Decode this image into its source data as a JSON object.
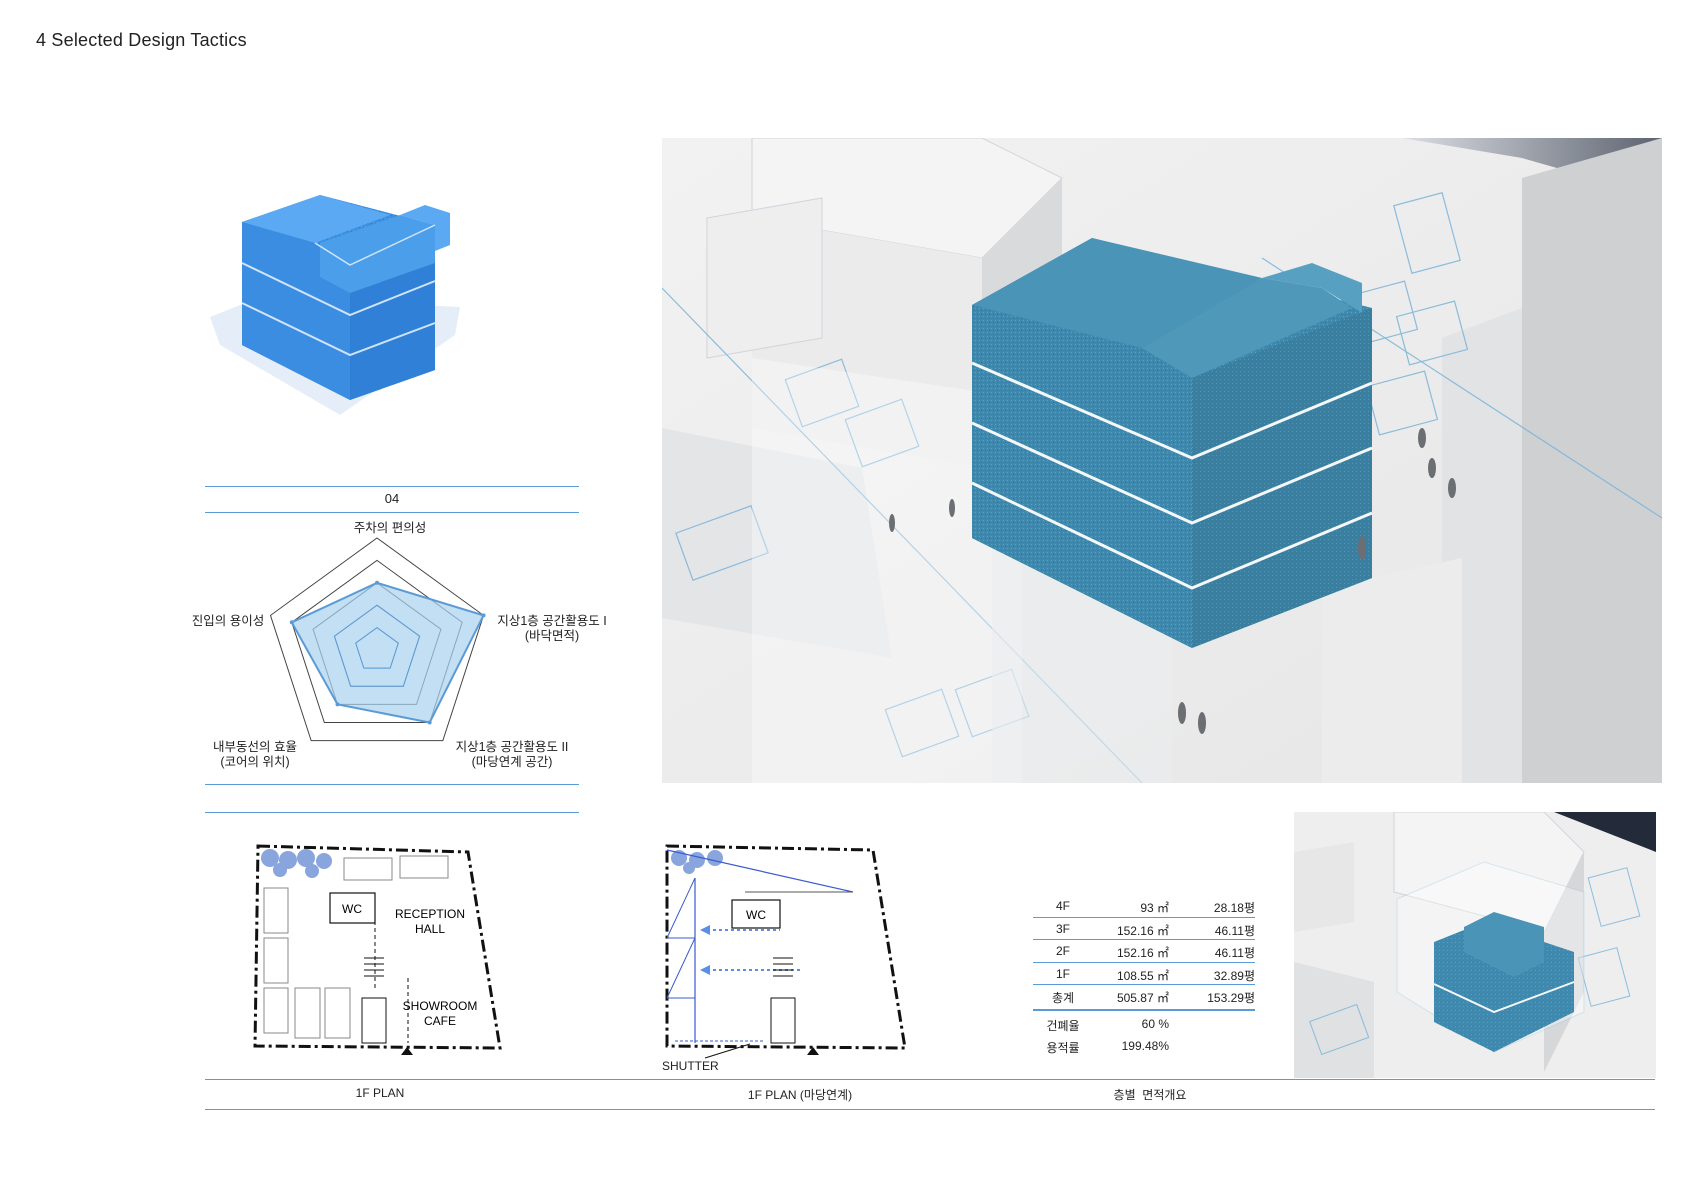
{
  "page": {
    "title": "4 Selected Design Tactics"
  },
  "tactic": {
    "number": "04"
  },
  "radar": {
    "axes": [
      {
        "label": "주차의 편의성"
      },
      {
        "label": "지상1층 공간활용도 I",
        "sub": "(바닥면적)"
      },
      {
        "label": "지상1층 공간활용도 II",
        "sub": "(마당연계 공간)"
      },
      {
        "label": "내부동선의 효율",
        "sub": "(코어의 위치)"
      },
      {
        "label": "진입의 용이성"
      }
    ]
  },
  "chart_data": {
    "type": "radar",
    "categories": [
      "주차의 편의성",
      "지상1층 공간활용도 I (바닥면적)",
      "지상1층 공간활용도 II (마당연계 공간)",
      "내부동선의 효율 (코어의 위치)",
      "진입의 용이성"
    ],
    "levels": 5,
    "values": [
      3,
      5,
      4,
      3,
      4
    ],
    "max": 5
  },
  "plans": {
    "plan1": {
      "caption": "1F PLAN",
      "labels": {
        "wc": "WC",
        "reception": "RECEPTION",
        "hall": "HALL",
        "showroom": "SHOWROOM",
        "cafe": "CAFE"
      }
    },
    "plan2": {
      "caption": "1F PLAN (마당연계)",
      "labels": {
        "wc": "WC",
        "shutter": "SHUTTER"
      }
    }
  },
  "area_summary": {
    "caption": "층별  면적개요",
    "rows": [
      {
        "floor": "4F",
        "sqm": "93 ㎡",
        "pyeong": "28.18평"
      },
      {
        "floor": "3F",
        "sqm": "152.16 ㎡",
        "pyeong": "46.11평"
      },
      {
        "floor": "2F",
        "sqm": "152.16 ㎡",
        "pyeong": "46.11평"
      },
      {
        "floor": "1F",
        "sqm": "108.55 ㎡",
        "pyeong": "32.89평"
      }
    ],
    "total": {
      "floor": "총계",
      "sqm": "505.87 ㎡",
      "pyeong": "153.29평"
    },
    "ratios": [
      {
        "label": "건폐율",
        "value": "60 %"
      },
      {
        "label": "용적률",
        "value": "199.48%"
      }
    ]
  },
  "colors": {
    "accent": "#5b9bd5",
    "massing_blue": "#3f8fd8",
    "render_blue": "#3d88ab",
    "radar_fill": "#a9d1ee"
  }
}
